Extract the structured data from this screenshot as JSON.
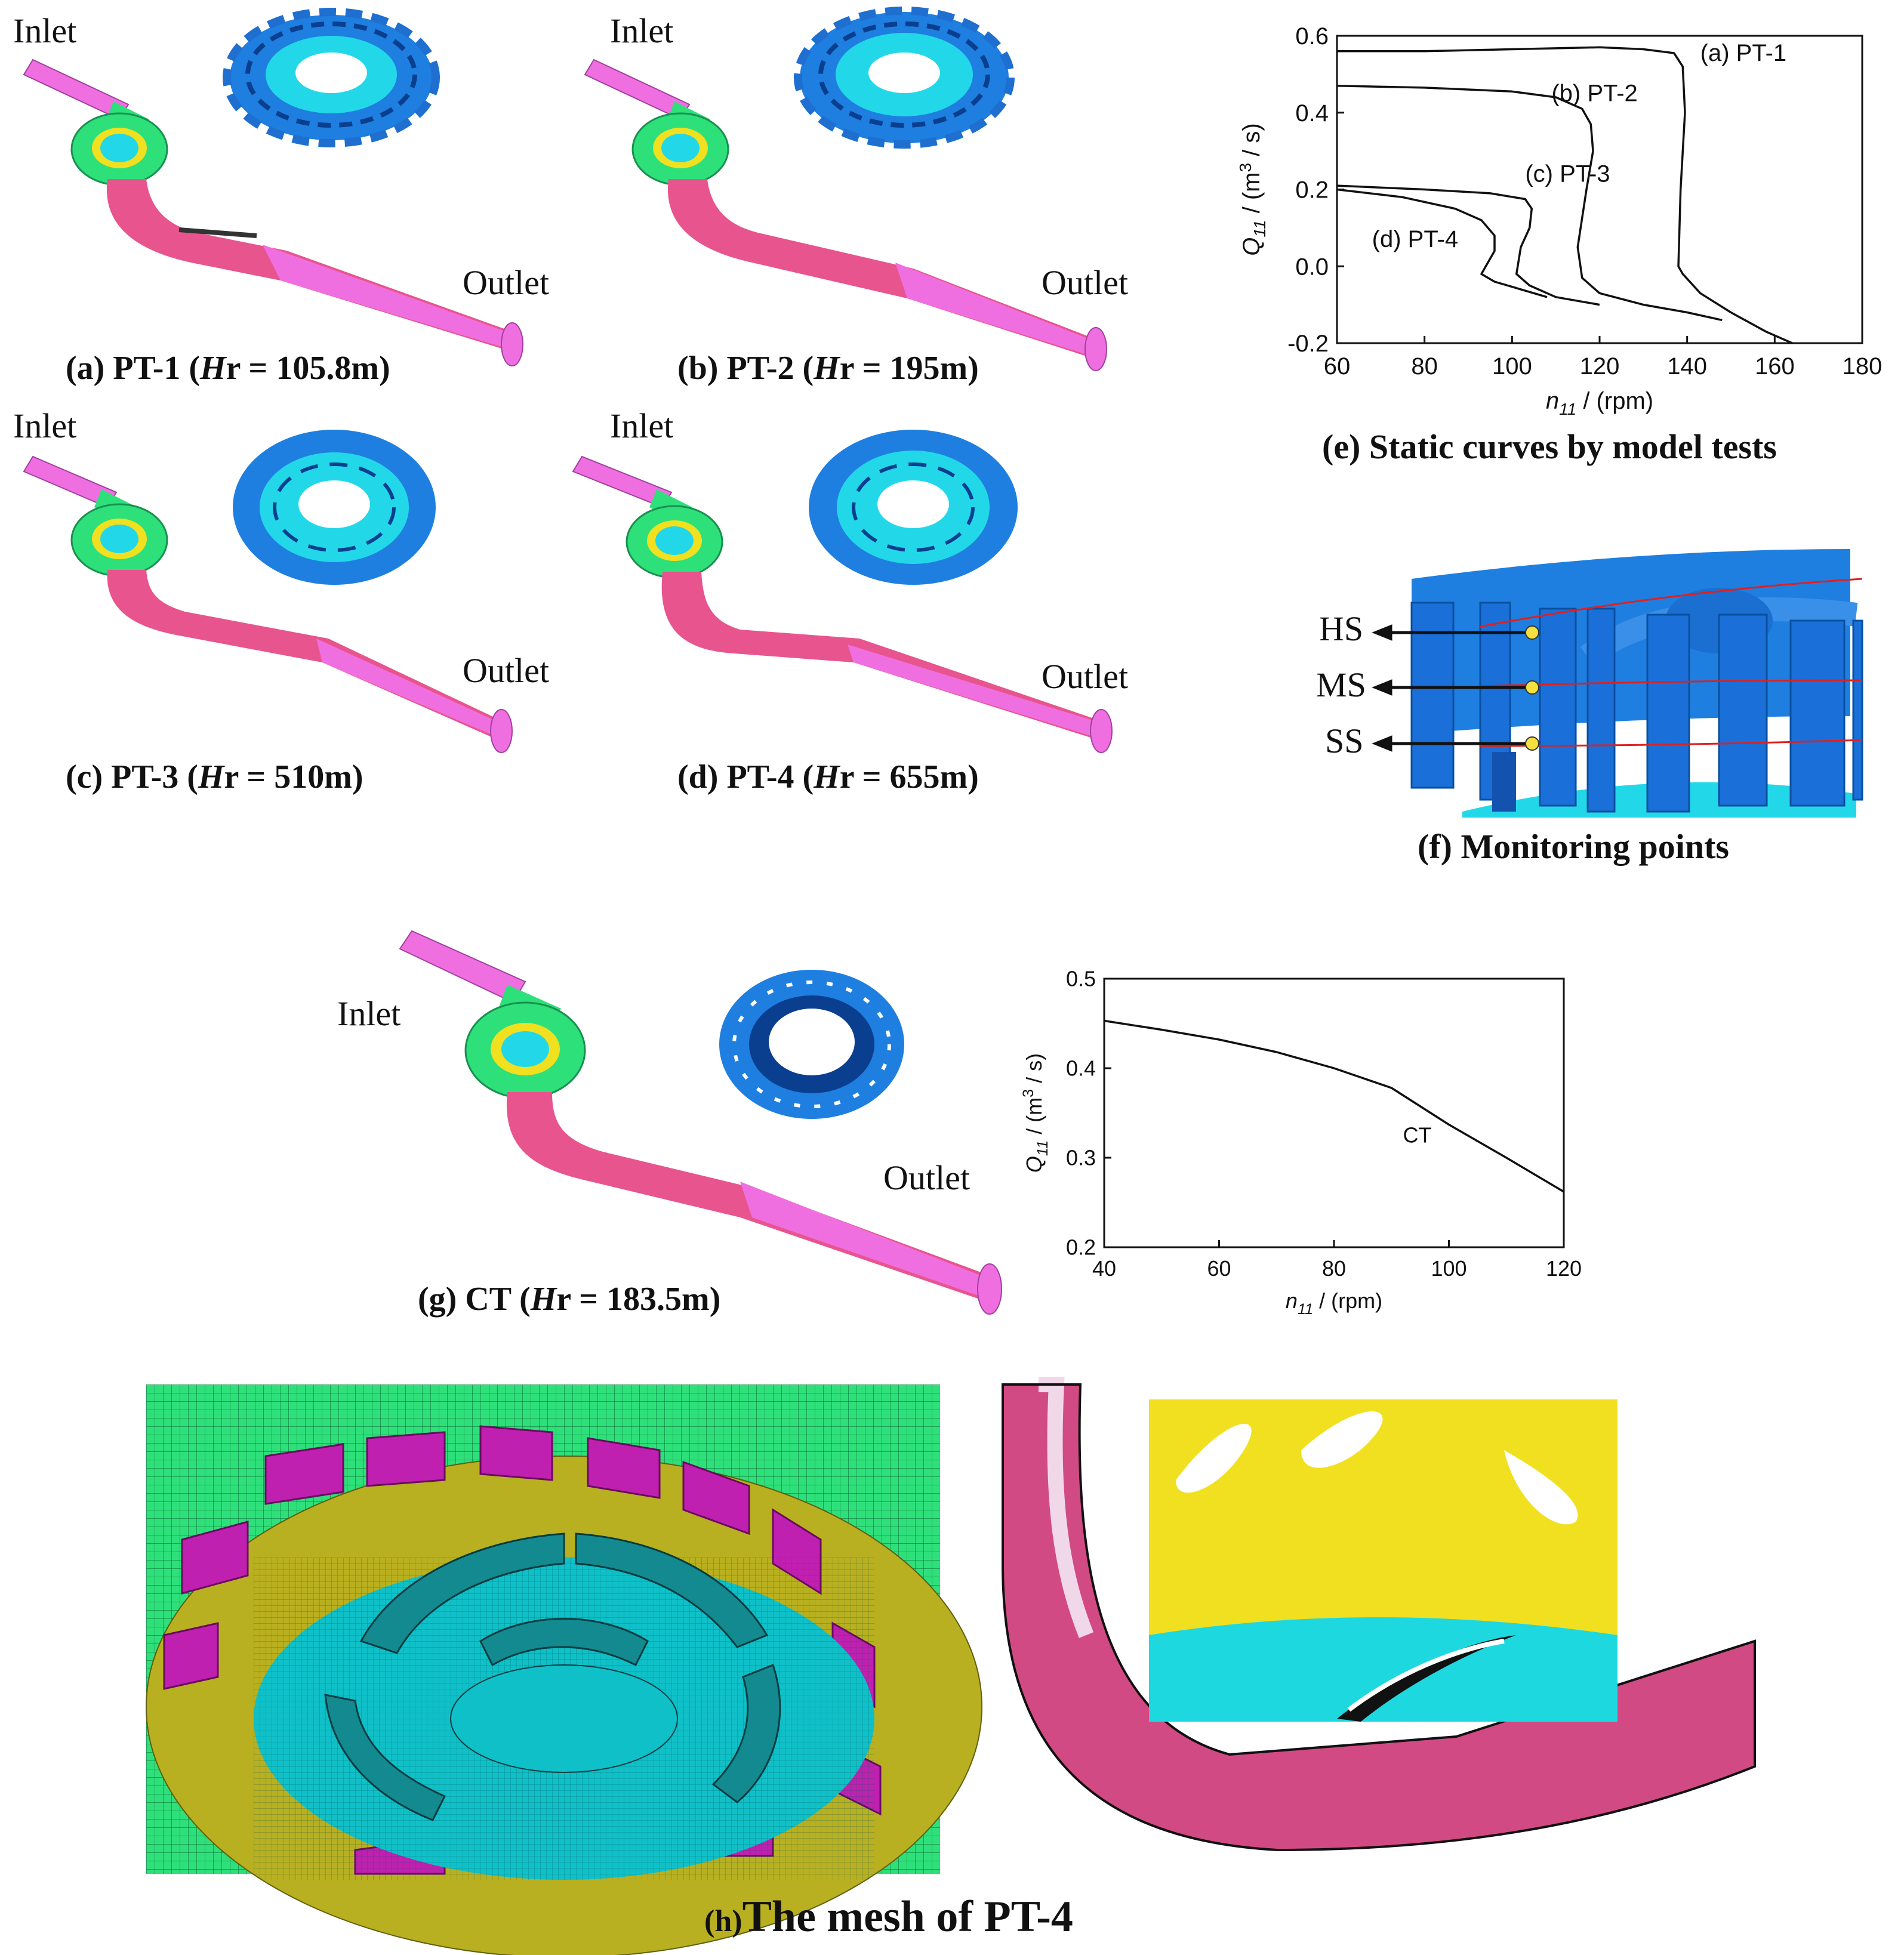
{
  "figure": {
    "panels": [
      {
        "id": "a",
        "inlet": "Inlet",
        "outlet": "Outlet",
        "cap_prefix": "(a) PT-1 (",
        "cap_h": "H",
        "cap_suffix": "r = 105.8m)"
      },
      {
        "id": "b",
        "inlet": "Inlet",
        "outlet": "Outlet",
        "cap_prefix": "(b) PT-2 (",
        "cap_h": "H",
        "cap_suffix": "r = 195m)"
      },
      {
        "id": "c",
        "inlet": "Inlet",
        "outlet": "Outlet",
        "cap_prefix": "(c) PT-3  (",
        "cap_h": "H",
        "cap_suffix": "r = 510m)"
      },
      {
        "id": "d",
        "inlet": "Inlet",
        "outlet": "Outlet",
        "cap_prefix": "(d) PT-4  (",
        "cap_h": "H",
        "cap_suffix": "r = 655m)"
      },
      {
        "id": "g",
        "inlet": "Inlet",
        "outlet": "Outlet",
        "cap_prefix": "(g) CT  (",
        "cap_h": "H",
        "cap_suffix": "r = 183.5m)"
      }
    ],
    "caption_e": "(e) Static curves by model tests",
    "caption_f": "(f) Monitoring points",
    "caption_h_prefix": "(h)",
    "caption_h_text": "The mesh of PT-4",
    "monitoring_points": [
      "HS",
      "MS",
      "SS"
    ],
    "colors": {
      "pipe_pink": "#f06fe0",
      "draft_red": "#e8548d",
      "spiral_green": "#2ee07a",
      "runner_blue": "#1e7fe0",
      "runner_cyan": "#22d8e8",
      "mesh_yellow": "#f0e020",
      "mesh_magenta": "#c020b0"
    }
  },
  "chart_data": [
    {
      "type": "line",
      "xlabel": "n11 / (rpm)",
      "ylabel": "Q11 / (m3 / s)",
      "xlim": [
        60,
        180
      ],
      "ylim": [
        -0.2,
        0.6
      ],
      "xticks": [
        60,
        80,
        100,
        120,
        140,
        160,
        180
      ],
      "yticks": [
        -0.2,
        0.0,
        0.2,
        0.4,
        0.6
      ],
      "series": [
        {
          "name": "(a) PT-1",
          "x": [
            60,
            80,
            100,
            120,
            130,
            137,
            139,
            139.5,
            138.5,
            138,
            139,
            143,
            150,
            158,
            164
          ],
          "y": [
            0.56,
            0.56,
            0.565,
            0.57,
            0.565,
            0.555,
            0.52,
            0.4,
            0.2,
            0.0,
            -0.02,
            -0.07,
            -0.12,
            -0.17,
            -0.2
          ]
        },
        {
          "name": "(b) PT-2",
          "x": [
            60,
            80,
            100,
            110,
            116,
            118,
            118.5,
            117,
            115,
            116,
            120,
            130,
            140,
            148
          ],
          "y": [
            0.47,
            0.465,
            0.455,
            0.44,
            0.41,
            0.37,
            0.3,
            0.2,
            0.05,
            -0.03,
            -0.07,
            -0.1,
            -0.12,
            -0.14
          ]
        },
        {
          "name": "(c) PT-3",
          "x": [
            60,
            80,
            95,
            103,
            104.5,
            104,
            102,
            101,
            104,
            110,
            120
          ],
          "y": [
            0.21,
            0.2,
            0.19,
            0.175,
            0.15,
            0.1,
            0.05,
            -0.02,
            -0.05,
            -0.08,
            -0.1
          ]
        },
        {
          "name": "(d) PT-4",
          "x": [
            60,
            75,
            87,
            93,
            96,
            96,
            94,
            93,
            96,
            102,
            108
          ],
          "y": [
            0.2,
            0.18,
            0.15,
            0.12,
            0.08,
            0.04,
            0.0,
            -0.02,
            -0.04,
            -0.06,
            -0.08
          ]
        }
      ],
      "annotations": [
        "(a) PT-1",
        "(b) PT-2",
        "(c) PT-3",
        "(d) PT-4"
      ]
    },
    {
      "type": "line",
      "xlabel": "n11 / (rpm)",
      "ylabel": "Q11 / (m3 / s)",
      "xlim": [
        40,
        120
      ],
      "ylim": [
        0.2,
        0.5
      ],
      "xticks": [
        40,
        60,
        80,
        100,
        120
      ],
      "yticks": [
        0.2,
        0.3,
        0.4,
        0.5
      ],
      "series": [
        {
          "name": "CT",
          "x": [
            40,
            50,
            60,
            70,
            80,
            90,
            100,
            110,
            120
          ],
          "y": [
            0.453,
            0.443,
            0.432,
            0.418,
            0.4,
            0.378,
            0.337,
            0.3,
            0.262
          ]
        }
      ],
      "annotations": [
        "CT"
      ]
    }
  ]
}
